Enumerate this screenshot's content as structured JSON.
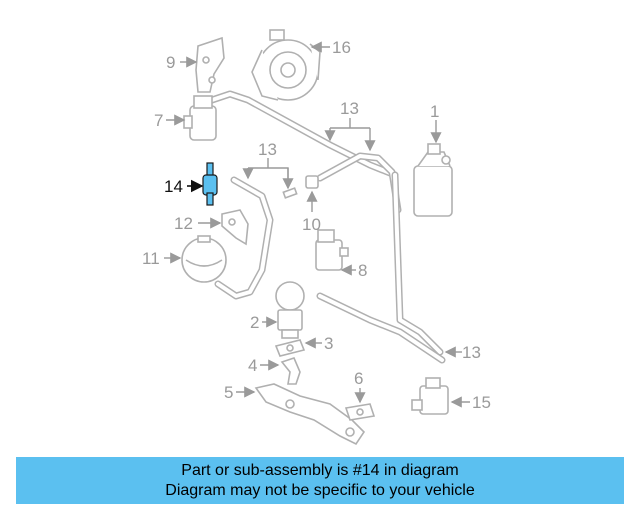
{
  "callouts": {
    "c1": "1",
    "c2": "2",
    "c3": "3",
    "c4": "4",
    "c5": "5",
    "c6": "6",
    "c7": "7",
    "c8": "8",
    "c9": "9",
    "c10": "10",
    "c11": "11",
    "c12": "12",
    "c13a": "13",
    "c13b": "13",
    "c13c": "13",
    "c14": "14",
    "c15": "15",
    "c16": "16"
  },
  "highlight": {
    "part_number": "14",
    "color": "#5bc0f0"
  },
  "banner": {
    "line1": "Part or sub-assembly is #14 in diagram",
    "line2": "Diagram may not be specific to your vehicle",
    "color": "#5bc0f0"
  }
}
